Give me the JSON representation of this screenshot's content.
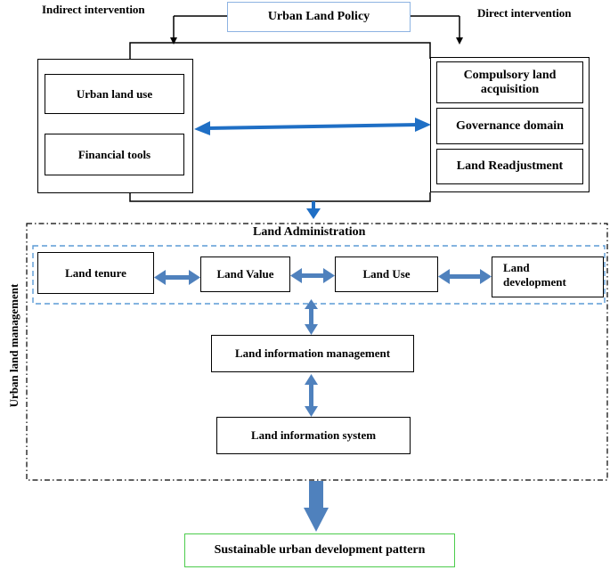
{
  "diagram": {
    "policy": "Urban Land Policy",
    "indirect_label": "Indirect intervention",
    "direct_label": "Direct intervention",
    "indirect_items": [
      "Urban land use",
      "Financial tools"
    ],
    "direct_items": [
      "Compulsory land acquisition",
      "Governance domain",
      "Land Readjustment"
    ],
    "land_admin_title": "Land Administration",
    "vertical_label": "Urban land management",
    "functions": [
      "Land tenure",
      "Land Value",
      "Land Use",
      "Land development"
    ],
    "info_management": "Land information management",
    "info_system": "Land information system",
    "outcome": "Sustainable urban development pattern"
  },
  "colors": {
    "arrow_blue": "#4f81bd",
    "dark_blue_arrow": "#1f6fc5",
    "policy_border": "#8db3e2",
    "outcome_border": "#4ccc4c",
    "dashed_blue": "#5b9bd5"
  }
}
